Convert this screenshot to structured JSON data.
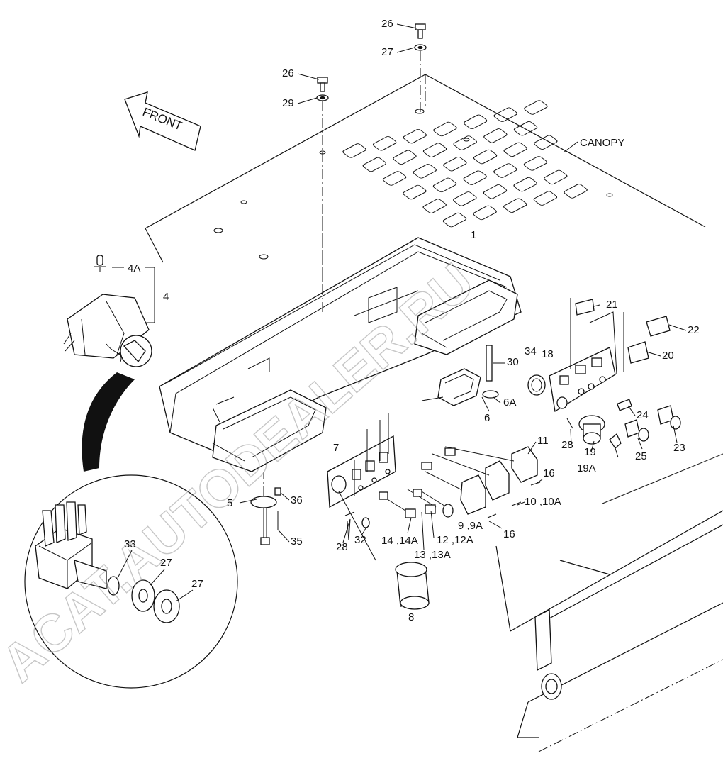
{
  "diagram": {
    "front_arrow_label": "FRONT",
    "canopy_label": "CANOPY",
    "watermark": "ACAT.AUTODEALER.RU",
    "callouts": [
      {
        "id": "c26a",
        "text": "26"
      },
      {
        "id": "c27a",
        "text": "27"
      },
      {
        "id": "c26b",
        "text": "26"
      },
      {
        "id": "c29",
        "text": "29"
      },
      {
        "id": "c4A",
        "text": "4A"
      },
      {
        "id": "c4",
        "text": "4"
      },
      {
        "id": "c1",
        "text": "1"
      },
      {
        "id": "c21",
        "text": "21"
      },
      {
        "id": "c22",
        "text": "22"
      },
      {
        "id": "c20",
        "text": "20"
      },
      {
        "id": "c34",
        "text": "34"
      },
      {
        "id": "c18",
        "text": "18"
      },
      {
        "id": "c30",
        "text": "30"
      },
      {
        "id": "c6A",
        "text": "6A"
      },
      {
        "id": "c6",
        "text": "6"
      },
      {
        "id": "c24",
        "text": "24"
      },
      {
        "id": "c11",
        "text": "11"
      },
      {
        "id": "c28a",
        "text": "28"
      },
      {
        "id": "c19",
        "text": "19"
      },
      {
        "id": "c25",
        "text": "25"
      },
      {
        "id": "c23",
        "text": "23"
      },
      {
        "id": "c19A",
        "text": "19A"
      },
      {
        "id": "c7",
        "text": "7"
      },
      {
        "id": "c16a",
        "text": "16"
      },
      {
        "id": "c10",
        "text": "10 ,10A"
      },
      {
        "id": "c5",
        "text": "5"
      },
      {
        "id": "c36",
        "text": "36"
      },
      {
        "id": "c9",
        "text": "9 ,9A"
      },
      {
        "id": "c16b",
        "text": "16"
      },
      {
        "id": "c28b",
        "text": "28"
      },
      {
        "id": "c32",
        "text": "32"
      },
      {
        "id": "c14",
        "text": "14 ,14A"
      },
      {
        "id": "c12",
        "text": "12 ,12A"
      },
      {
        "id": "c13",
        "text": "13 ,13A"
      },
      {
        "id": "c35",
        "text": "35"
      },
      {
        "id": "c33",
        "text": "33"
      },
      {
        "id": "c27b",
        "text": "27"
      },
      {
        "id": "c27c",
        "text": "27"
      },
      {
        "id": "c8",
        "text": "8"
      }
    ]
  }
}
